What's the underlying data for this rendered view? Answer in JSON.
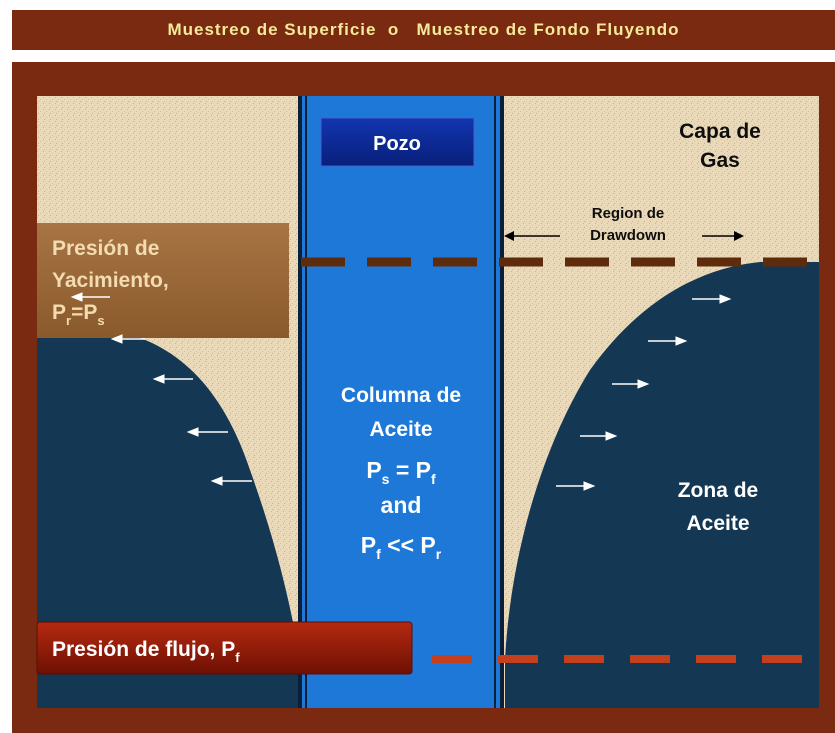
{
  "header": {
    "title": "Muestreo de Superficie  o   Muestreo de Fondo Fluyendo"
  },
  "labels": {
    "pozo": "Pozo",
    "capa_line1": "Capa de",
    "capa_line2": "Gas",
    "region_line1": "Region de",
    "region_line2": "Drawdown",
    "presion_yac_line1": "Presión de",
    "presion_yac_line2": "Yacimiento,",
    "pr_P1": "P",
    "pr_sub1": "r",
    "pr_eq": "=P",
    "pr_sub2": "s",
    "columna_line1": "Columna de",
    "columna_line2": "Aceite",
    "eq1_p1": "P",
    "eq1_s1": "s",
    "eq1_mid": " = P",
    "eq1_s2": "f",
    "and": "and",
    "eq2_p1": "P",
    "eq2_s1": "f",
    "eq2_mid": " << P",
    "eq2_s2": "r",
    "zona_line1": "Zona de",
    "zona_line2": "Aceite",
    "flujo_text": "Presión de flujo, P",
    "flujo_sub": "f"
  },
  "colors": {
    "frame": "#7a2a10",
    "header_text": "#f5e99a",
    "sand": "#ead9b8",
    "oil": "#143754",
    "well": "#1e78d8",
    "pozo_box": "#0a2a8c",
    "reservoir_box": "#9c6a3a",
    "reservoir_line": "#5e2c0c",
    "flow_line": "#c4401c",
    "flow_box": "#8a1808"
  }
}
